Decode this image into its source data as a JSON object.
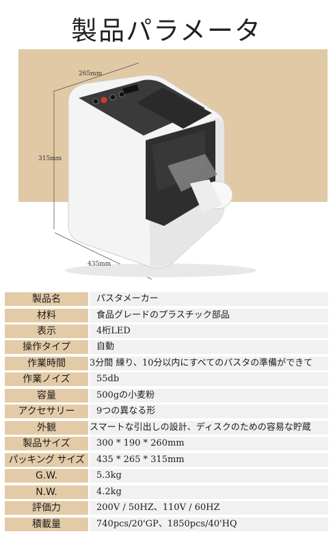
{
  "page": {
    "title": "製品パラメータ"
  },
  "dimensions": {
    "width_label": "265mm",
    "height_label": "315mm",
    "depth_label": "435mm"
  },
  "specs": [
    {
      "label": "製品名",
      "value": "パスタメーカー"
    },
    {
      "label": "材料",
      "value": "食品グレードのプラスチック部品"
    },
    {
      "label": "表示",
      "value": "4桁LED"
    },
    {
      "label": "操作タイプ",
      "value": "自動"
    },
    {
      "label": "作業時間",
      "value": "3分間 練り、10分以内にすべてのパスタの準備ができて"
    },
    {
      "label": "作業ノイズ",
      "value": "55db"
    },
    {
      "label": "容量",
      "value": "500gの小麦粉"
    },
    {
      "label": "アクセサリー",
      "value": "9つの異なる形"
    },
    {
      "label": "外観",
      "value": "スマートな引出しの設計、ディスクのための容易な貯蔵"
    },
    {
      "label": "製品サイズ",
      "value": "300 * 190 * 260mm"
    },
    {
      "label": "パッキング サイズ",
      "value": "435 * 265 * 315mm"
    },
    {
      "label": "G.W.",
      "value": "5.3kg"
    },
    {
      "label": "N.W.",
      "value": "4.2kg"
    },
    {
      "label": "評価力",
      "value": "200V / 50HZ、110V / 60HZ"
    },
    {
      "label": "積載量",
      "value": "740pcs/20'GP、1850pcs/40'HQ"
    }
  ]
}
